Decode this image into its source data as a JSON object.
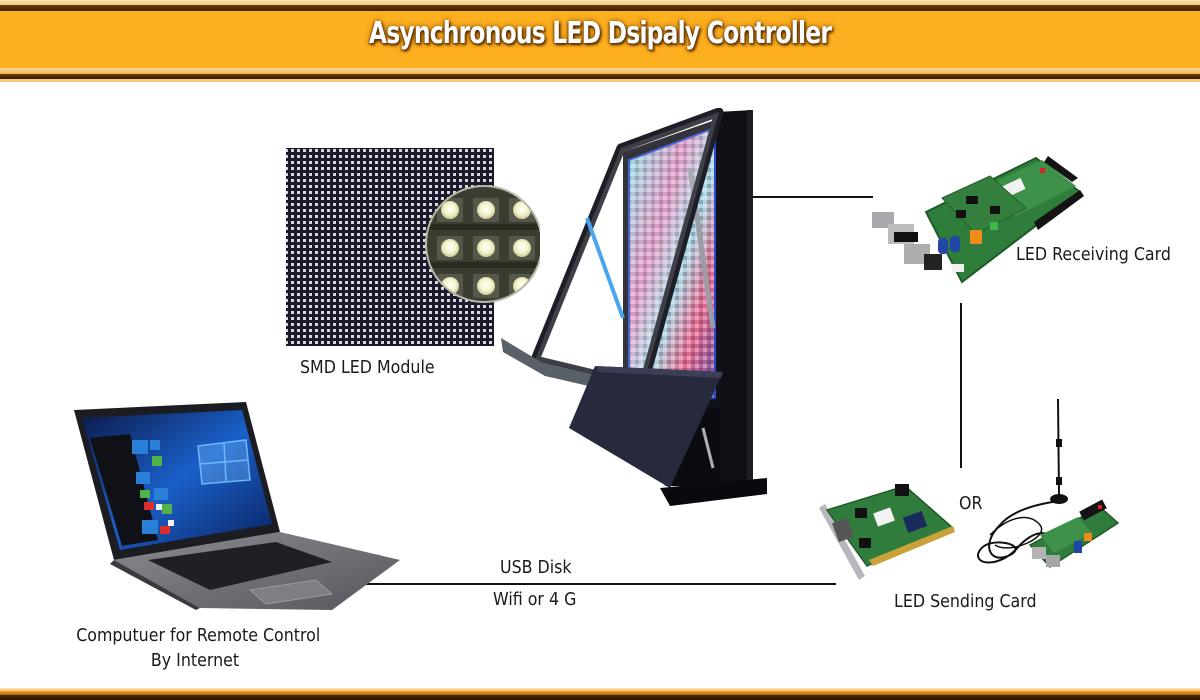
{
  "banner": {
    "title": "Asynchronous LED Dsipaly Controller",
    "colors": {
      "orange": "#fcaf1f",
      "dark_brown": "#4a2a06",
      "cream": "#f7e2b0",
      "title_text": "#ffffff"
    }
  },
  "nodes": {
    "smd_module": {
      "label": "SMD LED Module"
    },
    "display_cabinet": {
      "label": ""
    },
    "receiving_card": {
      "label": "LED Receiving Card"
    },
    "sending_card": {
      "label": "LED Sending Card",
      "alternative_label": "OR"
    },
    "computer": {
      "label_line1": "Computuer for Remote Control",
      "label_line2": "By Internet"
    }
  },
  "connections": {
    "computer_to_sending": {
      "label_above": "USB Disk",
      "label_below": "Wifi or 4 G"
    },
    "display_to_receiving": {
      "label": ""
    },
    "receiving_to_sending": {
      "label": ""
    }
  }
}
